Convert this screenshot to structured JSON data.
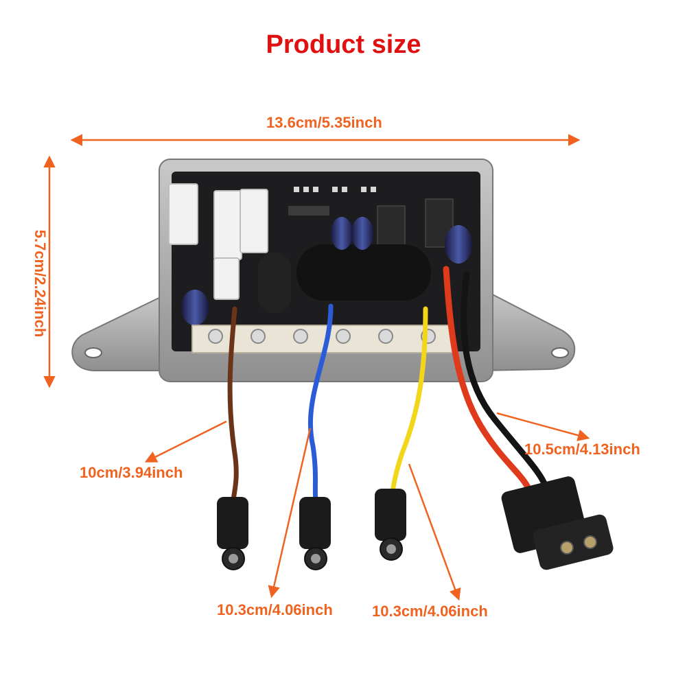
{
  "title": "Product size",
  "colors": {
    "title": "#e01010",
    "annotation": "#f0621f",
    "housing": "#a9a9a9",
    "pcb": "#1d1d1f",
    "wire_brown": "#6b3418",
    "wire_blue": "#2b5bd6",
    "wire_yellow": "#f2d61a",
    "wire_red": "#e03a1c",
    "wire_black": "#141414"
  },
  "dimensions": {
    "width": "13.6cm/5.35inch",
    "height": "5.7cm/2.24inch",
    "brown_wire": "10cm/3.94inch",
    "blue_wire": "10.3cm/4.06inch",
    "yellow_wire": "10.3cm/4.06inch",
    "power_cable": "10.5cm/4.13inch"
  }
}
